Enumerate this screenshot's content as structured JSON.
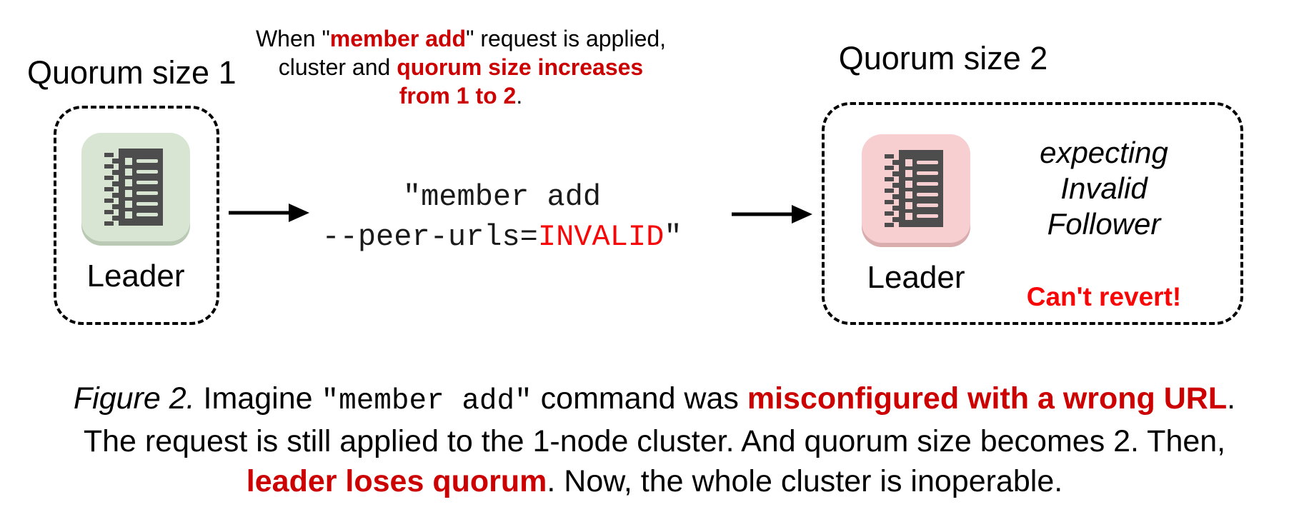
{
  "colors": {
    "dark_red_text": "#cc0000",
    "bright_red_text": "#f80606",
    "icon_dark": "#4d4d4d",
    "healthy_node_bg": "#d7e5d2",
    "healthy_node_shadow": "#b9c9b4",
    "failed_node_bg": "#f7cfd1",
    "failed_node_shadow": "#d9acae",
    "border": "#000000"
  },
  "left_cluster": {
    "title": "Quorum size 1",
    "node_label": "Leader"
  },
  "annotation": {
    "line1_pre": "When \"",
    "line1_red": "member add",
    "line1_post": "\" request is applied,",
    "line2_pre": "cluster and ",
    "line2_red": "quorum size increases",
    "line3_red": "from 1 to 2",
    "line3_post": "."
  },
  "command": {
    "line1": "\"member add",
    "line2_pre": "--peer-urls=",
    "line2_red": "INVALID",
    "line2_post": "\""
  },
  "right_cluster": {
    "title": "Quorum size 2",
    "node_label": "Leader",
    "expecting_lines": [
      "expecting",
      "Invalid",
      "Follower"
    ],
    "warning": "Can't revert!"
  },
  "caption": {
    "figure_label": "Figure 2.",
    "line1_pre": " Imagine ",
    "line1_code": "\"member add\"",
    "line1_mid": " command was ",
    "line1_red": "misconfigured with a wrong URL",
    "line1_post": ".",
    "line2": "The request is still applied to the 1-node cluster. And quorum size becomes 2. Then,",
    "line3_red": "leader loses quorum",
    "line3_post": ". Now, the whole cluster is inoperable."
  }
}
